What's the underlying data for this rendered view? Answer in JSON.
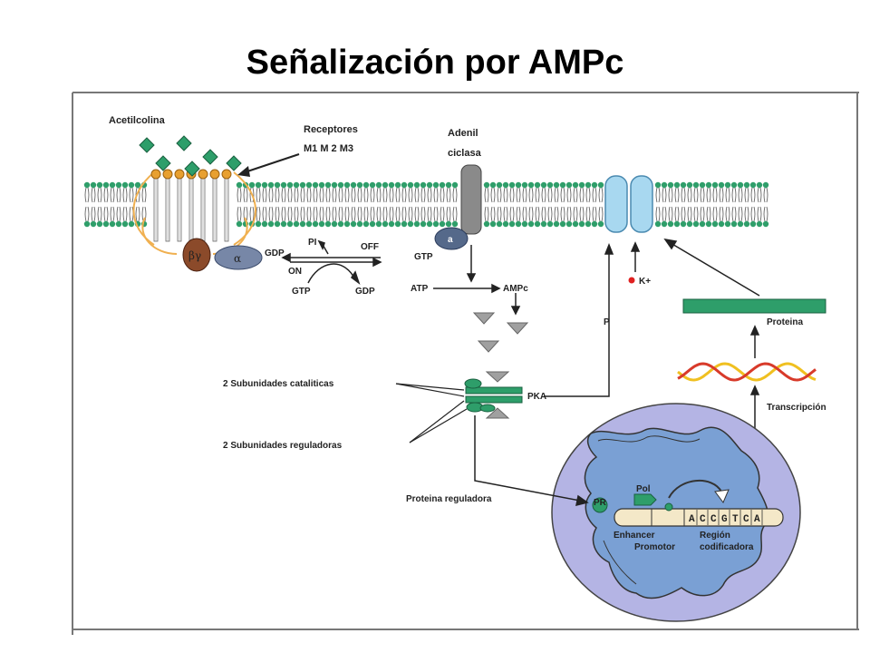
{
  "title": "Señalización por AMPc",
  "labels": {
    "acetilcolina": "Acetilcolina",
    "receptores": "Receptores",
    "receptor_types": "M1  M 2  M3",
    "adenil": "Adenil",
    "ciclasa": "ciclasa",
    "subunit_a": "a",
    "gtp_cyclase": "GTP",
    "beta_gamma": "βγ",
    "alpha": "α",
    "gdp_top": "GDP",
    "pi": "PI",
    "off": "OFF",
    "on": "ON",
    "gtp_bottom": "GTP",
    "gdp_bottom": "GDP",
    "atp": "ATP",
    "ampc": "AMPc",
    "catalytic": "2 Subunidades cataliticas",
    "regulatory": "2 Subunidades reguladoras",
    "pka": "PKA",
    "p": "P",
    "k_plus": "K+",
    "proteina": "Proteina",
    "transcripcion": "Transcripción",
    "proteina_reguladora": "Proteina reguladora",
    "pr": "PR",
    "pol": "Pol",
    "dna_sequence": [
      "A",
      "C",
      "C",
      "G",
      "T",
      "C",
      "A"
    ],
    "enhancer": "Enhancer",
    "promotor": "Promotor",
    "region": "Región",
    "codificadora": "codificadora"
  },
  "colors": {
    "membrane_head": "#2f9e6a",
    "tail": "#555555",
    "receptor": "#e8a030",
    "coil": "#f0b050",
    "beta_gamma": "#8b4a2a",
    "alpha": "#7787a7",
    "cyclase": "#8a8a8a",
    "channel": "#a8d8f0",
    "protein_bar": "#2e9e6a",
    "mrna_red": "#d83a2a",
    "mrna_yellow": "#f0c020",
    "nucleus": "#b4b4e4",
    "nucleus_inner": "#7aa0d4",
    "ampc_triangle": "#a0a0a0",
    "k_dot": "#e02020"
  }
}
